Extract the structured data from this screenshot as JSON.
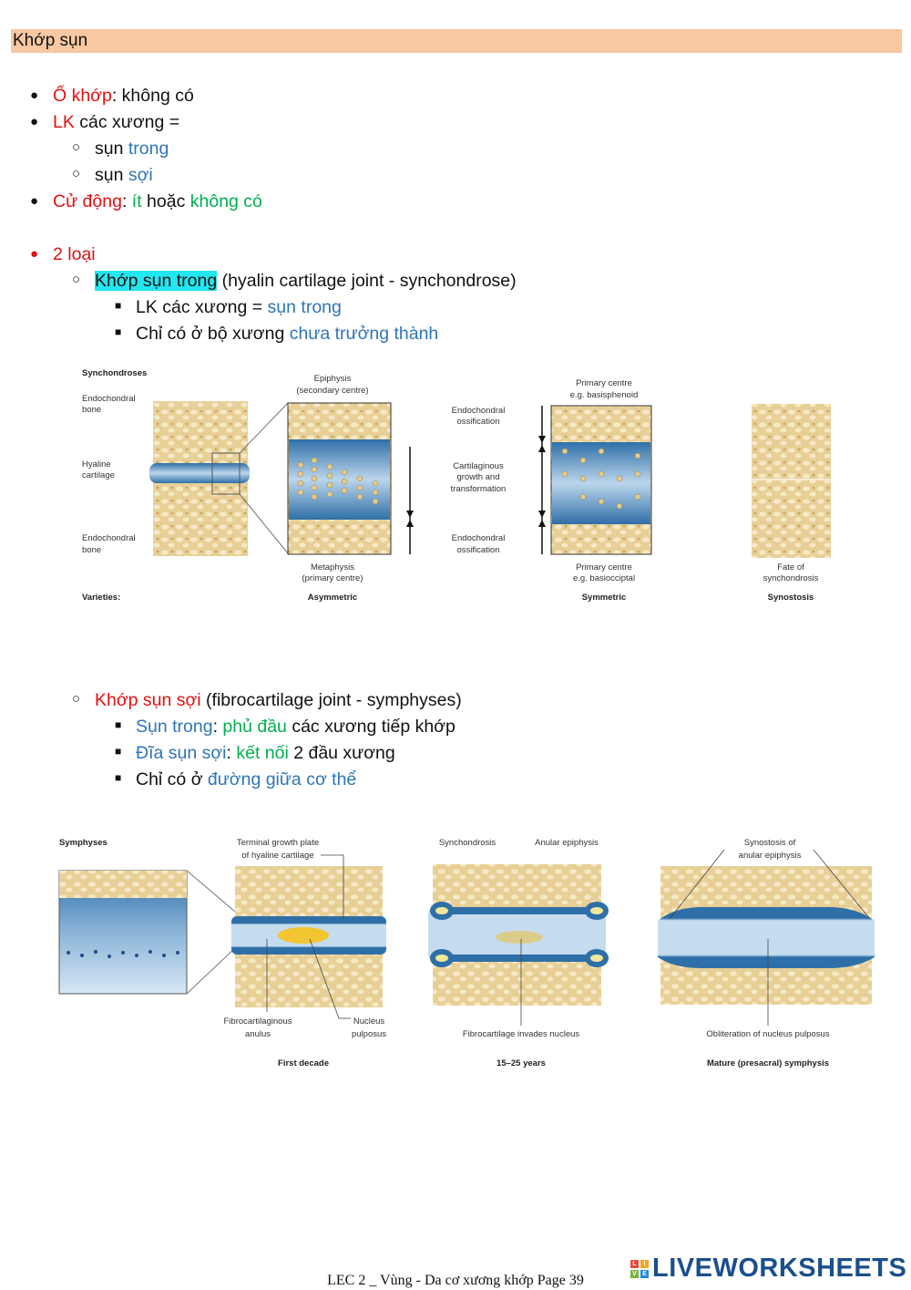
{
  "header": {
    "title": "Khớp sụn"
  },
  "section1": {
    "o_khop": {
      "label": "Ổ khớp",
      "sep": ": ",
      "value": "không có"
    },
    "lk": {
      "label": "LK",
      "value": " các xương ="
    },
    "sun_trong": {
      "prefix": "sụn ",
      "value": "trong"
    },
    "sun_soi": {
      "prefix": "sụn ",
      "value": "sợi"
    },
    "cu_dong": {
      "label": "Cử động",
      "sep": ": ",
      "v1": "ít",
      "mid": " hoặc ",
      "v2": "không có"
    }
  },
  "section2": {
    "title": "2 loại",
    "type1": {
      "label": "Khớp sụn trong",
      "desc": " (hyalin cartilage joint - synchondrose)",
      "items": [
        {
          "text": "LK các xương = ",
          "colored": "sụn trong"
        },
        {
          "text": "Chỉ có ở bộ xương ",
          "colored": "chưa trưởng thành"
        }
      ]
    },
    "type2": {
      "label": "Khớp sụn sợi",
      "desc": " (fibrocartilage joint - symphyses)",
      "items": [
        {
          "c1": "Sụn trong",
          "sep": ": ",
          "c2": "phủ đầu",
          "rest": " các xương tiếp khớp"
        },
        {
          "c1": "Đĩa sụn sợi",
          "sep": ": ",
          "c2": "kết nối",
          "rest": " 2 đầu xương"
        },
        {
          "text": "Chỉ có ở ",
          "colored": "đường giữa cơ thể"
        }
      ]
    }
  },
  "figure1": {
    "title": "Synchondroses",
    "left_labels": {
      "top": [
        "Endochondral",
        "bone"
      ],
      "mid": [
        "Hyaline",
        "cartilage"
      ],
      "bottom": [
        "Endochondral",
        "bone"
      ]
    },
    "epiphysis": [
      "Epiphysis",
      "(secondary centre)"
    ],
    "metaphysis": [
      "Metaphysis",
      "(primary centre)"
    ],
    "sym_labels": {
      "top": [
        "Endochondral",
        "ossification"
      ],
      "mid": [
        "Cartilaginous",
        "growth and",
        "transformation"
      ],
      "bottom": [
        "Endochondral",
        "ossification"
      ]
    },
    "primary_top": [
      "Primary centre",
      "e.g. basisphenoid"
    ],
    "primary_bottom": [
      "Primary centre",
      "e.g. basiocciptal"
    ],
    "fate": [
      "Fate of",
      "synchondrosis"
    ],
    "varieties": "Varieties:",
    "asymmetric": "Asymmetric",
    "symmetric": "Symmetric",
    "synostosis": "Synostosis"
  },
  "figure2": {
    "title": "Symphyses",
    "terminal": [
      "Terminal growth plate",
      "of hyaline cartilage"
    ],
    "fibro_anulus": [
      "Fibrocartilaginous",
      "anulus"
    ],
    "nucleus": [
      "Nucleus",
      "pulposus"
    ],
    "first_decade": "First decade",
    "synchondrosis": "Synchondrosis",
    "anular_epiphysis": "Anular epiphysis",
    "invades": "Fibrocartilage invades nucleus",
    "years": "15–25 years",
    "synostosis_anular": [
      "Synostosis of",
      "anular epiphysis"
    ],
    "obliteration": "Obliteration of nucleus pulposus",
    "mature": "Mature (presacral) symphysis"
  },
  "footer": {
    "text": "LEC 2 _ Vùng - Da cơ xương khớp Page 39"
  },
  "logo": {
    "text": "LIVEWORKSHEETS",
    "letters": [
      "L",
      "I",
      "V",
      "E"
    ]
  },
  "colors": {
    "red": "#e01010",
    "blue": "#2e75b6",
    "green": "#00b050",
    "header": "#f8c8a2",
    "highlight": "#22e6f0"
  }
}
